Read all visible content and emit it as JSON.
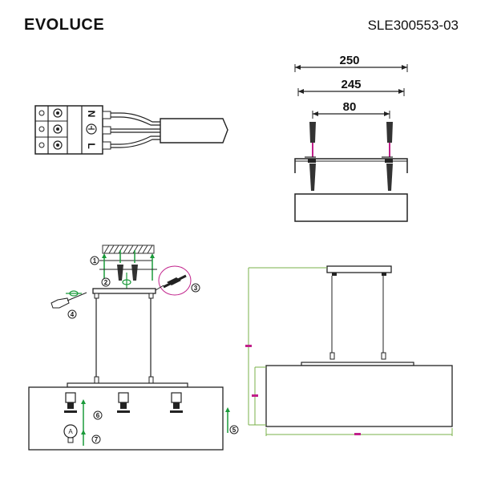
{
  "header": {
    "brand": "EVOLUCE",
    "model": "SLE300553-03"
  },
  "wiring": {
    "terminal_labels": [
      "N",
      "⏚",
      "L"
    ]
  },
  "dimensions": {
    "width_outer": "250",
    "width_inner": "245",
    "mount_spacing": "80"
  },
  "steps": [
    "1",
    "2",
    "3",
    "4",
    "5",
    "6",
    "7"
  ],
  "colors": {
    "line": "#222222",
    "accent_green": "#1a9a3a",
    "accent_magenta": "#c0208a",
    "dim_green": "#78b04a"
  },
  "icons": {
    "bulb": "bulb-icon",
    "screwdriver": "screwdriver-icon",
    "wall-anchor": "wall-anchor-icon"
  }
}
